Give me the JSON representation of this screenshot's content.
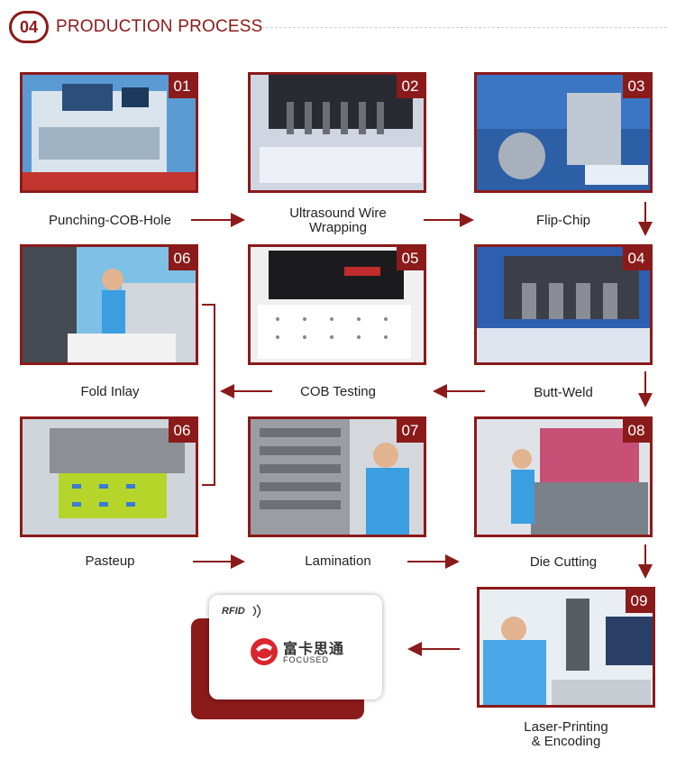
{
  "header": {
    "number": "04",
    "title": "PRODUCTION PROCESS"
  },
  "steps": [
    {
      "number": "01",
      "label": "Punching-COB-Hole"
    },
    {
      "number": "02",
      "label_line1": "Ultrasound Wire",
      "label_line2": "Wrapping"
    },
    {
      "number": "03",
      "label": "Flip-Chip"
    },
    {
      "number": "04",
      "label": "Butt-Weld"
    },
    {
      "number": "05",
      "label": "COB Testing"
    },
    {
      "number": "06",
      "label": "Fold Inlay"
    },
    {
      "number": "06",
      "label": "Pasteup"
    },
    {
      "number": "07",
      "label": "Lamination"
    },
    {
      "number": "08",
      "label": "Die Cutting"
    },
    {
      "number": "09",
      "label_line1": "Laser-Printing",
      "label_line2": "& Encoding"
    }
  ],
  "card": {
    "rfid": "RFID",
    "brand_cn": "富卡思通",
    "brand_en": "FOCUSED"
  },
  "colors": {
    "accent": "#8b1a1a",
    "photo_blue": "#3a8fd6"
  }
}
